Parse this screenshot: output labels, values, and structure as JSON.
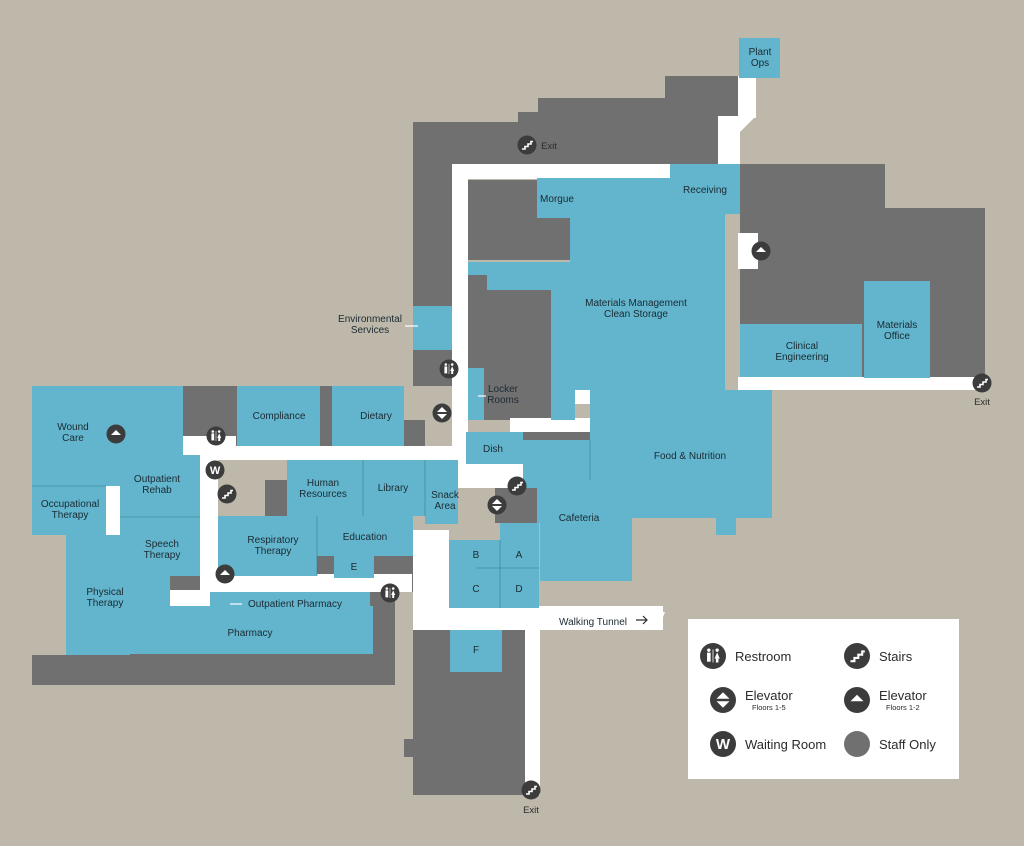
{
  "map": {
    "rooms": {
      "plant_ops": "Plant\nOps",
      "receiving": "Receiving",
      "morgue": "Morgue",
      "materials_management": "Materials Management\nClean Storage",
      "clinical_engineering": "Clinical\nEngineering",
      "materials_office": "Materials\nOffice",
      "environmental_services": "Environmental\nServices",
      "locker_rooms": "Locker\nRooms",
      "compliance": "Compliance",
      "dietary": "Dietary",
      "wound_care": "Wound\nCare",
      "dish": "Dish",
      "food_nutrition": "Food & Nutrition",
      "outpatient_rehab": "Outpatient\nRehab",
      "human_resources": "Human\nResources",
      "library": "Library",
      "snack_area": "Snack\nArea",
      "cafeteria": "Cafeteria",
      "occupational_therapy": "Occupational\nTherapy",
      "speech_therapy": "Speech\nTherapy",
      "respiratory_therapy": "Respiratory\nTherapy",
      "education": "Education",
      "room_e": "E",
      "room_a": "A",
      "room_b": "B",
      "room_c": "C",
      "room_d": "D",
      "room_f": "F",
      "physical_therapy": "Physical\nTherapy",
      "outpatient_pharmacy": "Outpatient Pharmacy",
      "pharmacy": "Pharmacy"
    },
    "exits": {
      "top": "Exit",
      "right": "Exit",
      "bottom": "Exit"
    },
    "walking_tunnel": "Walking Tunnel"
  },
  "legend": {
    "restroom": "Restroom",
    "stairs": "Stairs",
    "elevator_main": "Elevator",
    "elevator_main_sub": "Floors 1-5",
    "elevator_small": "Elevator",
    "elevator_small_sub": "Floors 1-2",
    "waiting_room": "Waiting Room",
    "waiting_room_symbol": "W",
    "staff_only": "Staff Only"
  },
  "colors": {
    "background": "#bdb8aa",
    "staff_only": "#707070",
    "public_room": "#62b5cc",
    "corridor": "#ffffff",
    "icon": "#3c3c3c"
  }
}
